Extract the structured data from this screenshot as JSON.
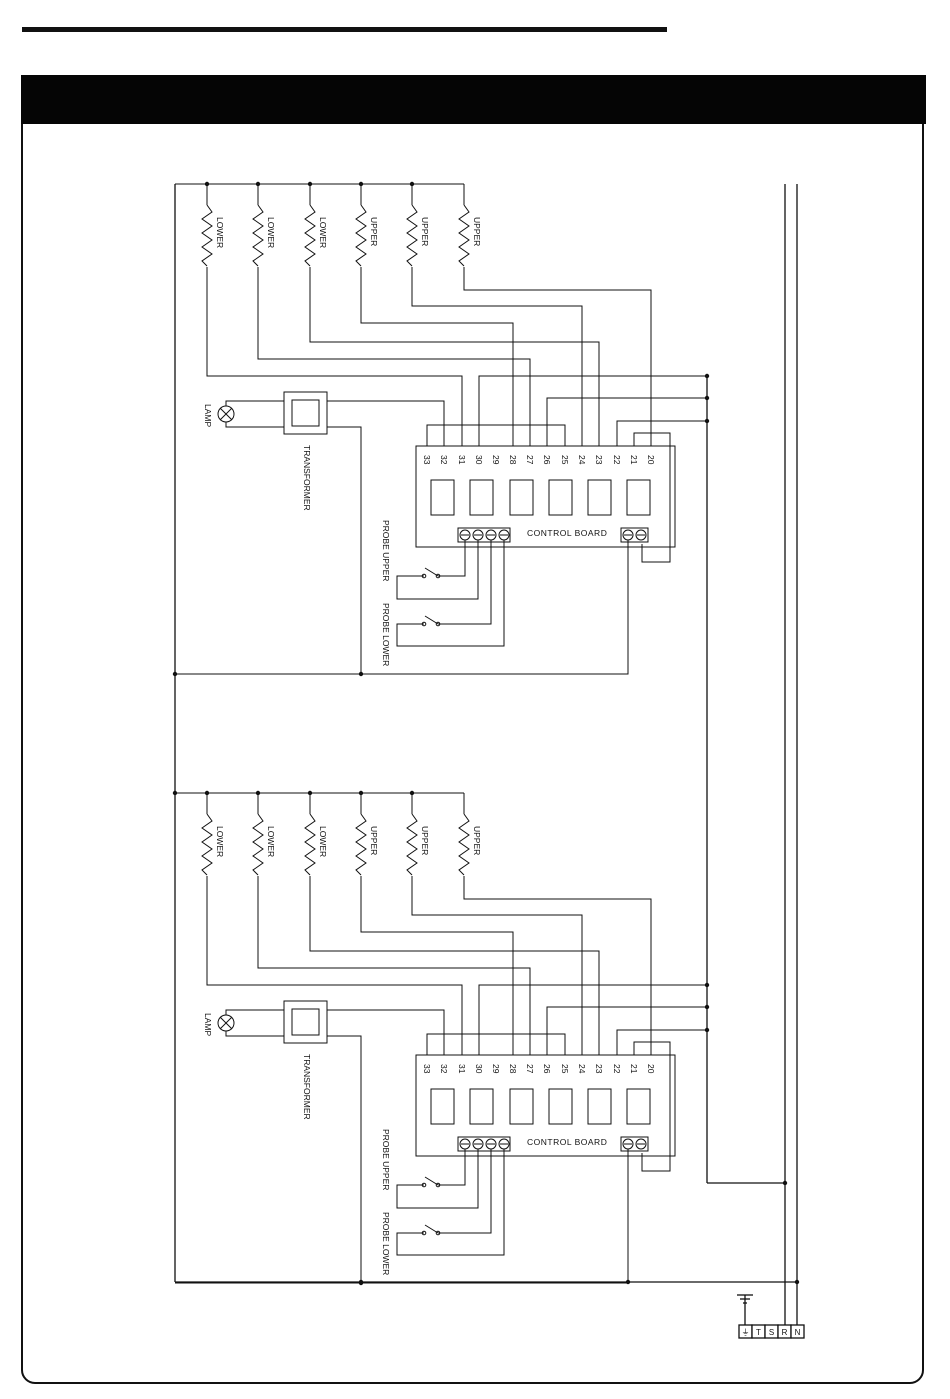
{
  "labels": {
    "lower": "LOWER",
    "upper": "UPPER",
    "lamp": "LAMP",
    "transformer": "TRANSFORMER",
    "control_board": "CONTROL BOARD",
    "probe_upper": "PROBE UPPER",
    "probe_lower": "PROBE LOWER"
  },
  "terminals": [
    "33",
    "32",
    "31",
    "30",
    "29",
    "28",
    "27",
    "26",
    "25",
    "24",
    "23",
    "22",
    "21",
    "20"
  ],
  "supply_terminals": [
    "⏚",
    "T",
    "S",
    "R",
    "N"
  ]
}
